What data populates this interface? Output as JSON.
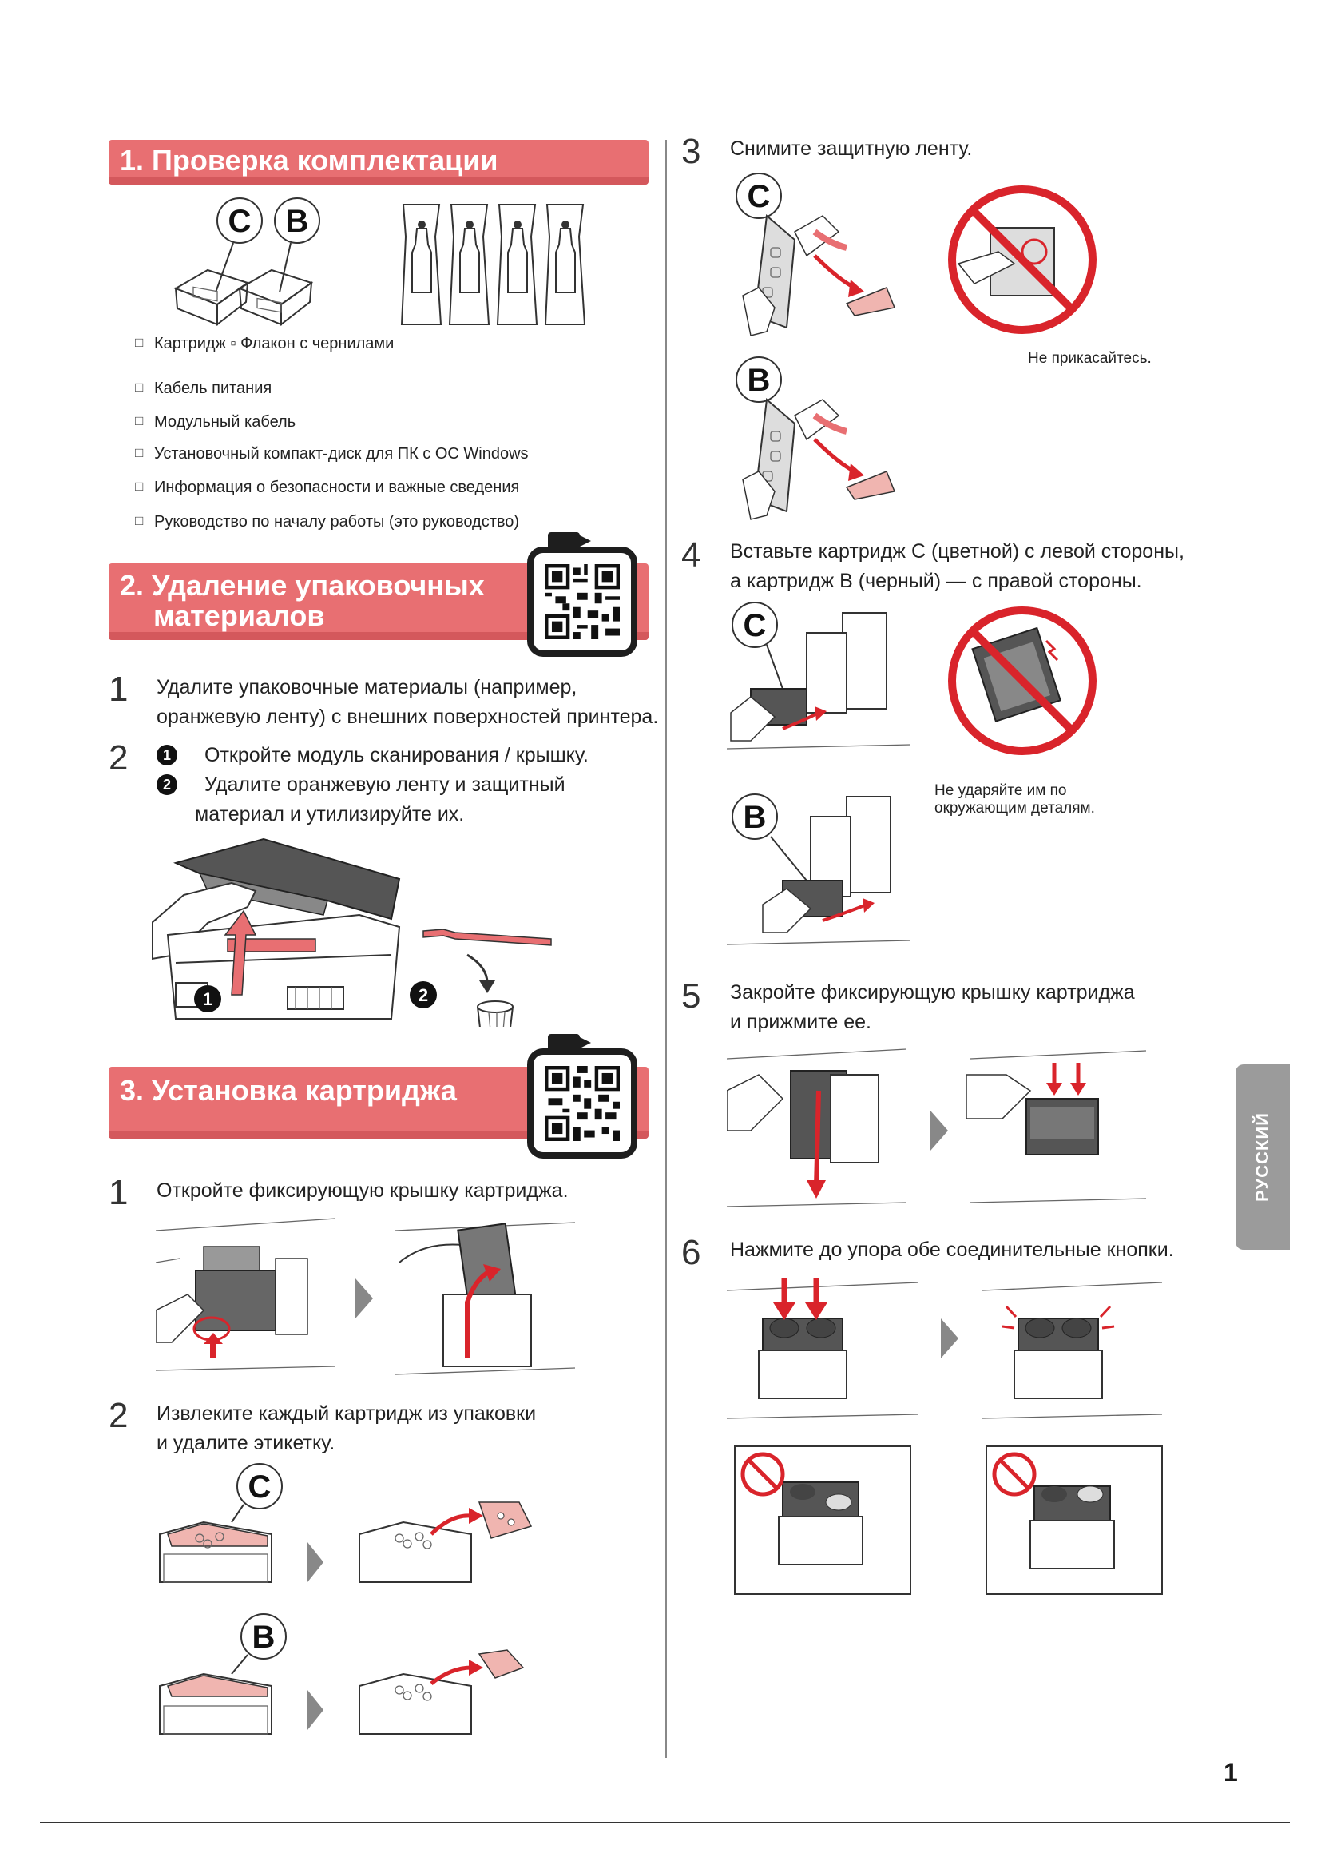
{
  "section1": {
    "title": "1. Проверка комплектации",
    "items": [
      "Картридж ▫ Флакон с чернилами",
      "Кабель питания",
      "Модульный кабель",
      "Установочный компакт-диск для ПК с ОС Windows",
      "Информация о безопасности и важные сведения",
      "Руководство по началу работы (это руководство)"
    ]
  },
  "section2": {
    "title_line1": "2.  Удаление упаковочных",
    "title_line2": "материалов",
    "step1_num": "1",
    "step1_line1": "Удалите упаковочные материалы (например,",
    "step1_line2": "оранжевую ленту) с внешних поверхностей принтера.",
    "step2_num": "2",
    "step2_sub1_marker": "1",
    "step2_sub1": "Откройте модуль сканирования / крышку.",
    "step2_sub2_marker": "2",
    "step2_sub2_line1": "Удалите оранжевую ленту и защитный",
    "step2_sub2_line2": "материал и утилизируйте их."
  },
  "section3": {
    "title": "3.  Установка картриджа",
    "step1_num": "1",
    "step1_text": "Откройте фиксирующую крышку картриджа.",
    "step2_num": "2",
    "step2_line1": "Извлеките каждый картридж из упаковки",
    "step2_line2": "и удалите этикетку."
  },
  "right": {
    "step3_num": "3",
    "step3_text": "Снимите защитную ленту.",
    "step3_caption": "Не прикасайтесь.",
    "step4_num": "4",
    "step4_line1": "Вставьте картридж C (цветной) с левой стороны,",
    "step4_line2": "а картридж B (черный) — с правой стороны.",
    "step4_caption_line1": "Не ударяйте им по",
    "step4_caption_line2": "окружающим деталям.",
    "step5_num": "5",
    "step5_line1": "Закройте фиксирующую крышку картриджа",
    "step5_line2": "и прижмите ее.",
    "step6_num": "6",
    "step6_text": "Нажмите до упора обе соединительные кнопки."
  },
  "labels": {
    "c": "C",
    "b": "B",
    "marker1": "1",
    "marker2": "2"
  },
  "side_tab": "РУССКИЙ",
  "page_number": "1",
  "colors": {
    "banner": "#e86f72",
    "prohibit": "#d9242b",
    "tab": "#9b9b9b"
  }
}
